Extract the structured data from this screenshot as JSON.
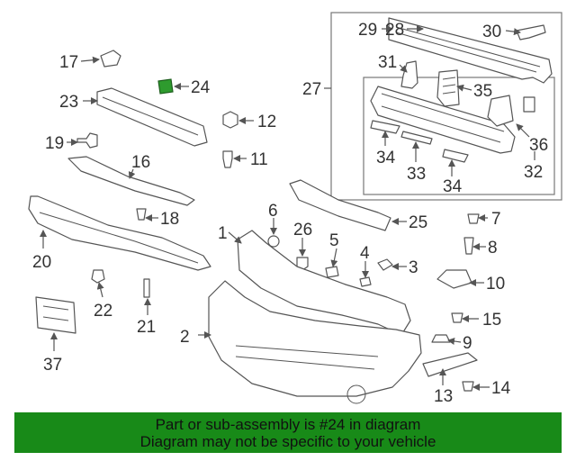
{
  "highlight_color": "#2e9b2e",
  "banner_color": "#188a18",
  "banner": {
    "line1": "Part or sub-assembly is #24 in diagram",
    "line2": "Diagram may not be specific to your vehicle"
  },
  "callouts": {
    "c1": "1",
    "c2": "2",
    "c3": "3",
    "c4": "4",
    "c5": "5",
    "c6": "6",
    "c7": "7",
    "c8": "8",
    "c9": "9",
    "c10": "10",
    "c11": "11",
    "c12": "12",
    "c13": "13",
    "c14": "14",
    "c15": "15",
    "c16": "16",
    "c17": "17",
    "c18": "18",
    "c19": "19",
    "c20": "20",
    "c21": "21",
    "c22": "22",
    "c23": "23",
    "c24": "24",
    "c25": "25",
    "c26": "26",
    "c27": "27",
    "c28": "28",
    "c29": "29",
    "c30": "30",
    "c31": "31",
    "c32": "32",
    "c33": "33",
    "c34a": "34",
    "c34b": "34",
    "c35": "35",
    "c36": "36",
    "c37": "37"
  }
}
